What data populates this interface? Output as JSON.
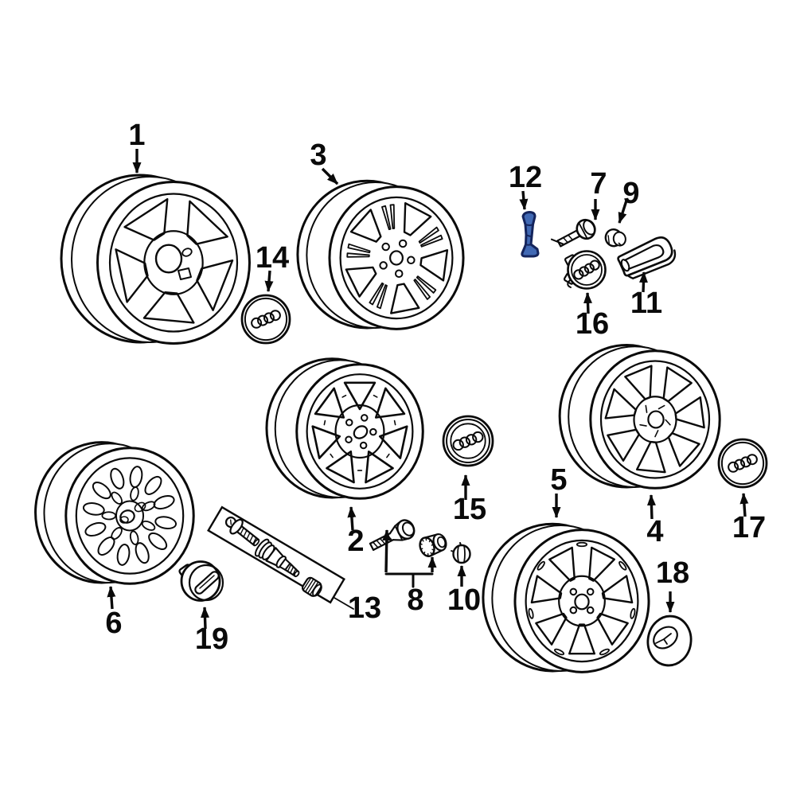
{
  "diagram": {
    "background_color": "#ffffff",
    "line_color": "#0a0a0a",
    "highlight_color": "#4169b4",
    "highlight_outline_color": "#14245c",
    "highlighted_part": "12",
    "labels": {
      "n1": "1",
      "n2": "2",
      "n3": "3",
      "n4": "4",
      "n5": "5",
      "n6": "6",
      "n7": "7",
      "n8": "8",
      "n9": "9",
      "n10": "10",
      "n11": "11",
      "n12": "12",
      "n13": "13",
      "n14": "14",
      "n15": "15",
      "n16": "16",
      "n17": "17",
      "n18": "18",
      "n19": "19"
    },
    "parts": [
      {
        "label": "1",
        "icon": "alloy-wheel-five-spoke-icon"
      },
      {
        "label": "2",
        "icon": "alloy-wheel-seven-window-icon"
      },
      {
        "label": "3",
        "icon": "alloy-wheel-split-five-spoke-icon"
      },
      {
        "label": "4",
        "icon": "alloy-wheel-seven-spoke-icon"
      },
      {
        "label": "5",
        "icon": "alloy-wheel-seven-spoke-wide-icon"
      },
      {
        "label": "6",
        "icon": "alloy-wheel-mesh-icon"
      },
      {
        "label": "7",
        "icon": "wheel-bolt-icon"
      },
      {
        "label": "8",
        "icon": "wheel-lock-bolt-set-icon"
      },
      {
        "label": "9",
        "icon": "lug-nut-cap-icon"
      },
      {
        "label": "10",
        "icon": "lug-nut-cap-small-icon"
      },
      {
        "label": "11",
        "icon": "cap-removal-hook-icon"
      },
      {
        "label": "12",
        "icon": "valve-stem-highlighted-icon"
      },
      {
        "label": "13",
        "icon": "valve-sensor-kit-icon"
      },
      {
        "label": "14",
        "icon": "center-cap-rings-icon"
      },
      {
        "label": "15",
        "icon": "center-cap-rings-icon"
      },
      {
        "label": "16",
        "icon": "center-cap-rings-clips-icon"
      },
      {
        "label": "17",
        "icon": "center-cap-rings-icon"
      },
      {
        "label": "18",
        "icon": "center-cap-oval-icon"
      },
      {
        "label": "19",
        "icon": "center-cap-bar-icon"
      }
    ]
  }
}
